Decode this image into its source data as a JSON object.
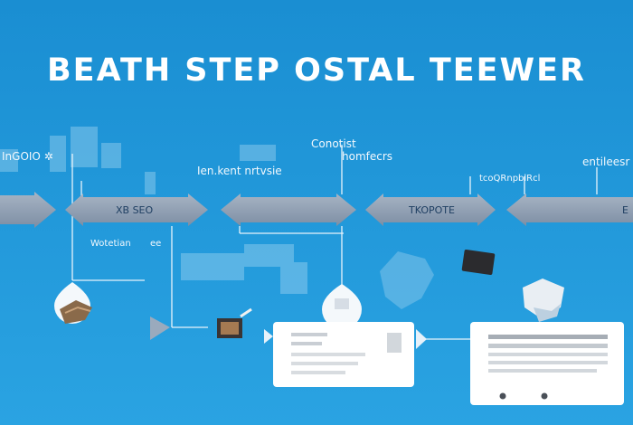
{
  "title": "BEATH STEP OSTAL TEEWER",
  "labels": {
    "top_left": "InGOIO ✲",
    "top_mid_left": "Ien.kent nrtvsie",
    "top_center_line1": "Conotist",
    "top_center_line2": "homfecrs",
    "top_right_mid": "tcoQRnpblRcl",
    "top_right": "entileesr",
    "mid_left": "Wotetian",
    "mid_left_suffix": "ee"
  },
  "arrows": [
    {
      "label": ""
    },
    {
      "label": "XB SEO"
    },
    {
      "label": ""
    },
    {
      "label": "TKOPOTE"
    },
    {
      "label": "E"
    }
  ],
  "colors": {
    "background_top": "#1b8fd2",
    "background_bottom": "#2aa1e0",
    "arrow_fill": "#8a9bb0",
    "arrow_dark": "#6f8096",
    "line": "#e8f3fb",
    "card": "#ffffff"
  }
}
